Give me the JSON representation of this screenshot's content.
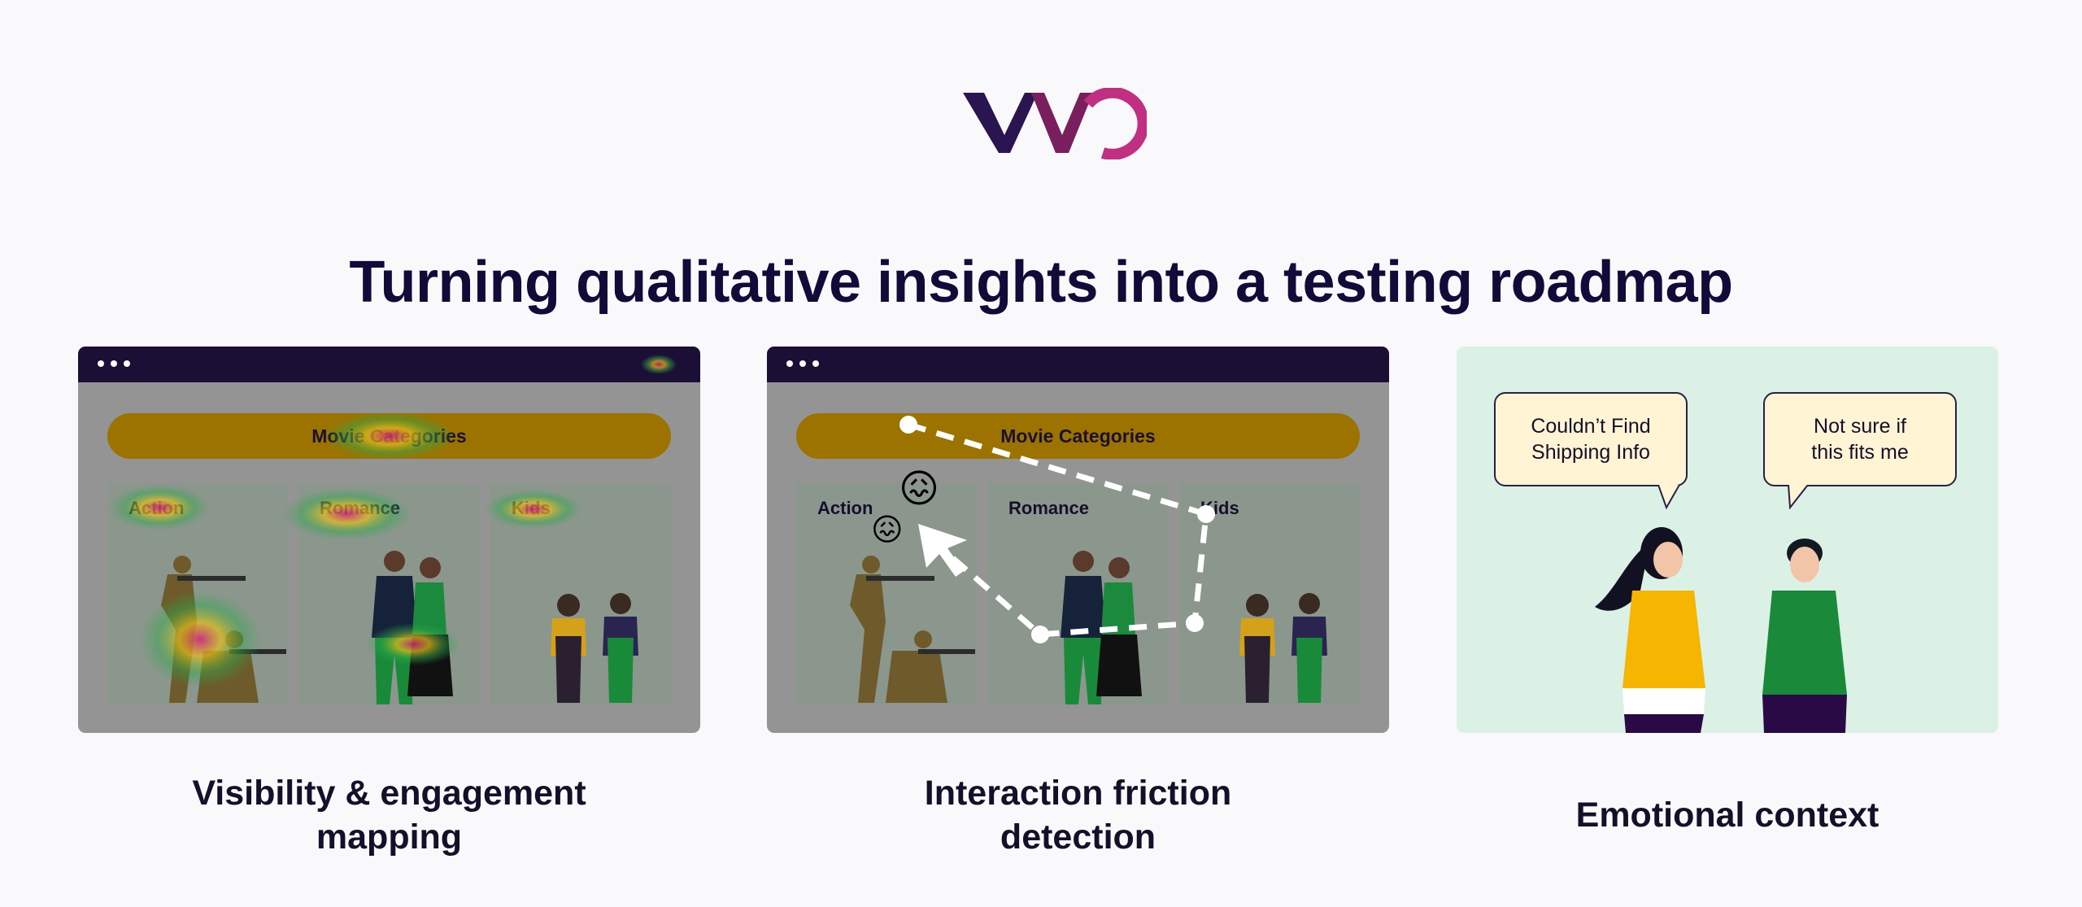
{
  "brand": {
    "logo_text": "VWO",
    "colors": {
      "dark": "#1c0f35",
      "accent": "#b62a7a",
      "mustard": "#9c7300"
    }
  },
  "headline": "Turning qualitative insights into a testing roadmap",
  "panels": [
    {
      "category_bar": "Movie Categories",
      "cards": [
        {
          "label": "Action"
        },
        {
          "label": "Romance"
        },
        {
          "label": "Kids"
        }
      ],
      "overlay": "heatmap",
      "caption_line1": "Visibility & engagement",
      "caption_line2": "mapping"
    },
    {
      "category_bar": "Movie Categories",
      "cards": [
        {
          "label": "Action"
        },
        {
          "label": "Romance"
        },
        {
          "label": "Kids"
        }
      ],
      "overlay": "click-path",
      "emoji": "😖",
      "caption_line1": "Interaction friction",
      "caption_line2": "detection"
    },
    {
      "bubbles": [
        {
          "line1": "Couldn’t Find",
          "line2": "Shipping Info"
        },
        {
          "line1": "Not sure if",
          "line2": "this fits me"
        }
      ],
      "caption": "Emotional context"
    }
  ]
}
